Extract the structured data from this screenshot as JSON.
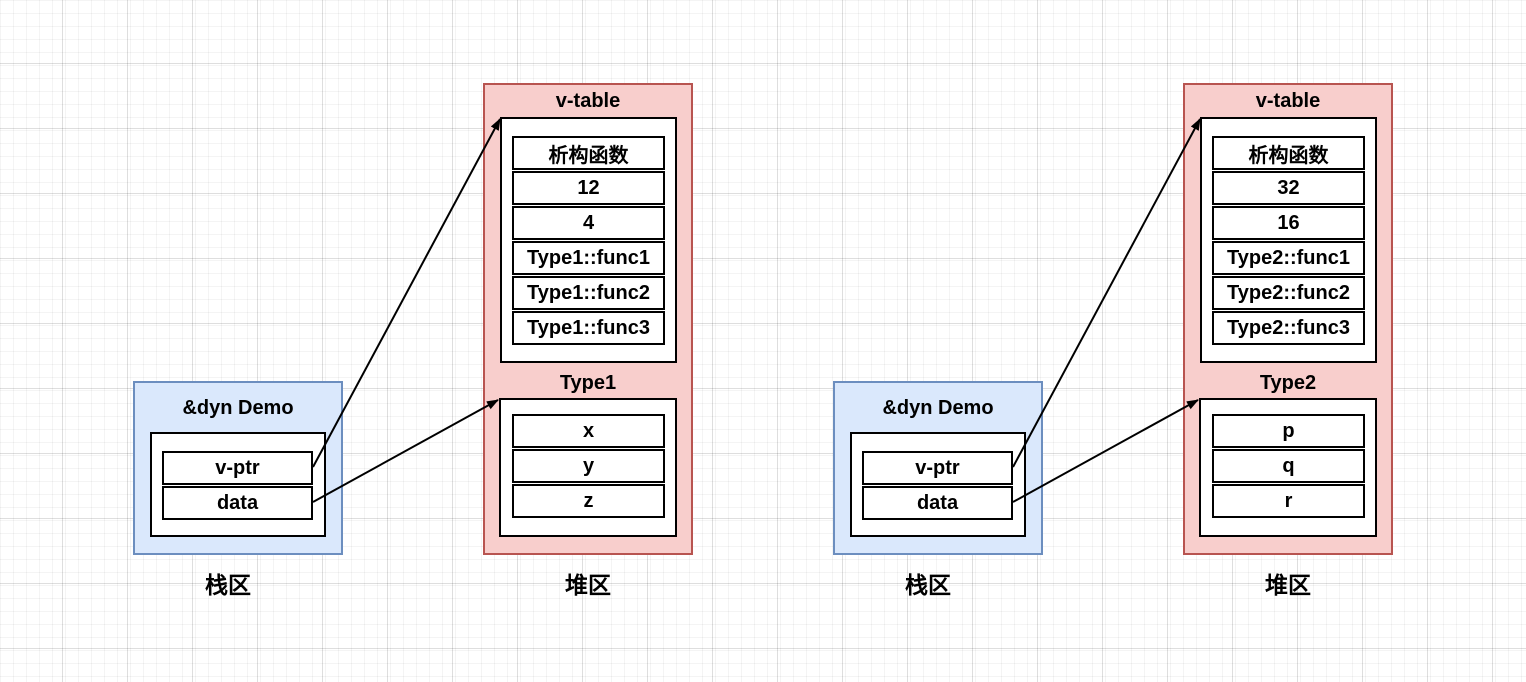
{
  "colors": {
    "stack_fill": "#dae8fc",
    "stack_border": "#6c8ebf",
    "heap_fill": "#f8cecc",
    "heap_border": "#b85450",
    "frame_border": "#000000",
    "arrow": "#000000"
  },
  "diagrams": [
    {
      "stack": {
        "title": "&dyn Demo",
        "rows": [
          "v-ptr",
          "data"
        ],
        "area_label": "栈区"
      },
      "heap": {
        "vtable_title": "v-table",
        "vtable_rows": [
          "析构函数",
          "12",
          "4",
          "Type1::func1",
          "Type1::func2",
          "Type1::func3"
        ],
        "type_title": "Type1",
        "type_rows": [
          "x",
          "y",
          "z"
        ],
        "area_label": "堆区"
      },
      "arrows": [
        {
          "from": "v-ptr",
          "to": "v-table"
        },
        {
          "from": "data",
          "to": "Type1"
        }
      ]
    },
    {
      "stack": {
        "title": "&dyn Demo",
        "rows": [
          "v-ptr",
          "data"
        ],
        "area_label": "栈区"
      },
      "heap": {
        "vtable_title": "v-table",
        "vtable_rows": [
          "析构函数",
          "32",
          "16",
          "Type2::func1",
          "Type2::func2",
          "Type2::func3"
        ],
        "type_title": "Type2",
        "type_rows": [
          "p",
          "q",
          "r"
        ],
        "area_label": "堆区"
      },
      "arrows": [
        {
          "from": "v-ptr",
          "to": "v-table"
        },
        {
          "from": "data",
          "to": "Type2"
        }
      ]
    }
  ]
}
